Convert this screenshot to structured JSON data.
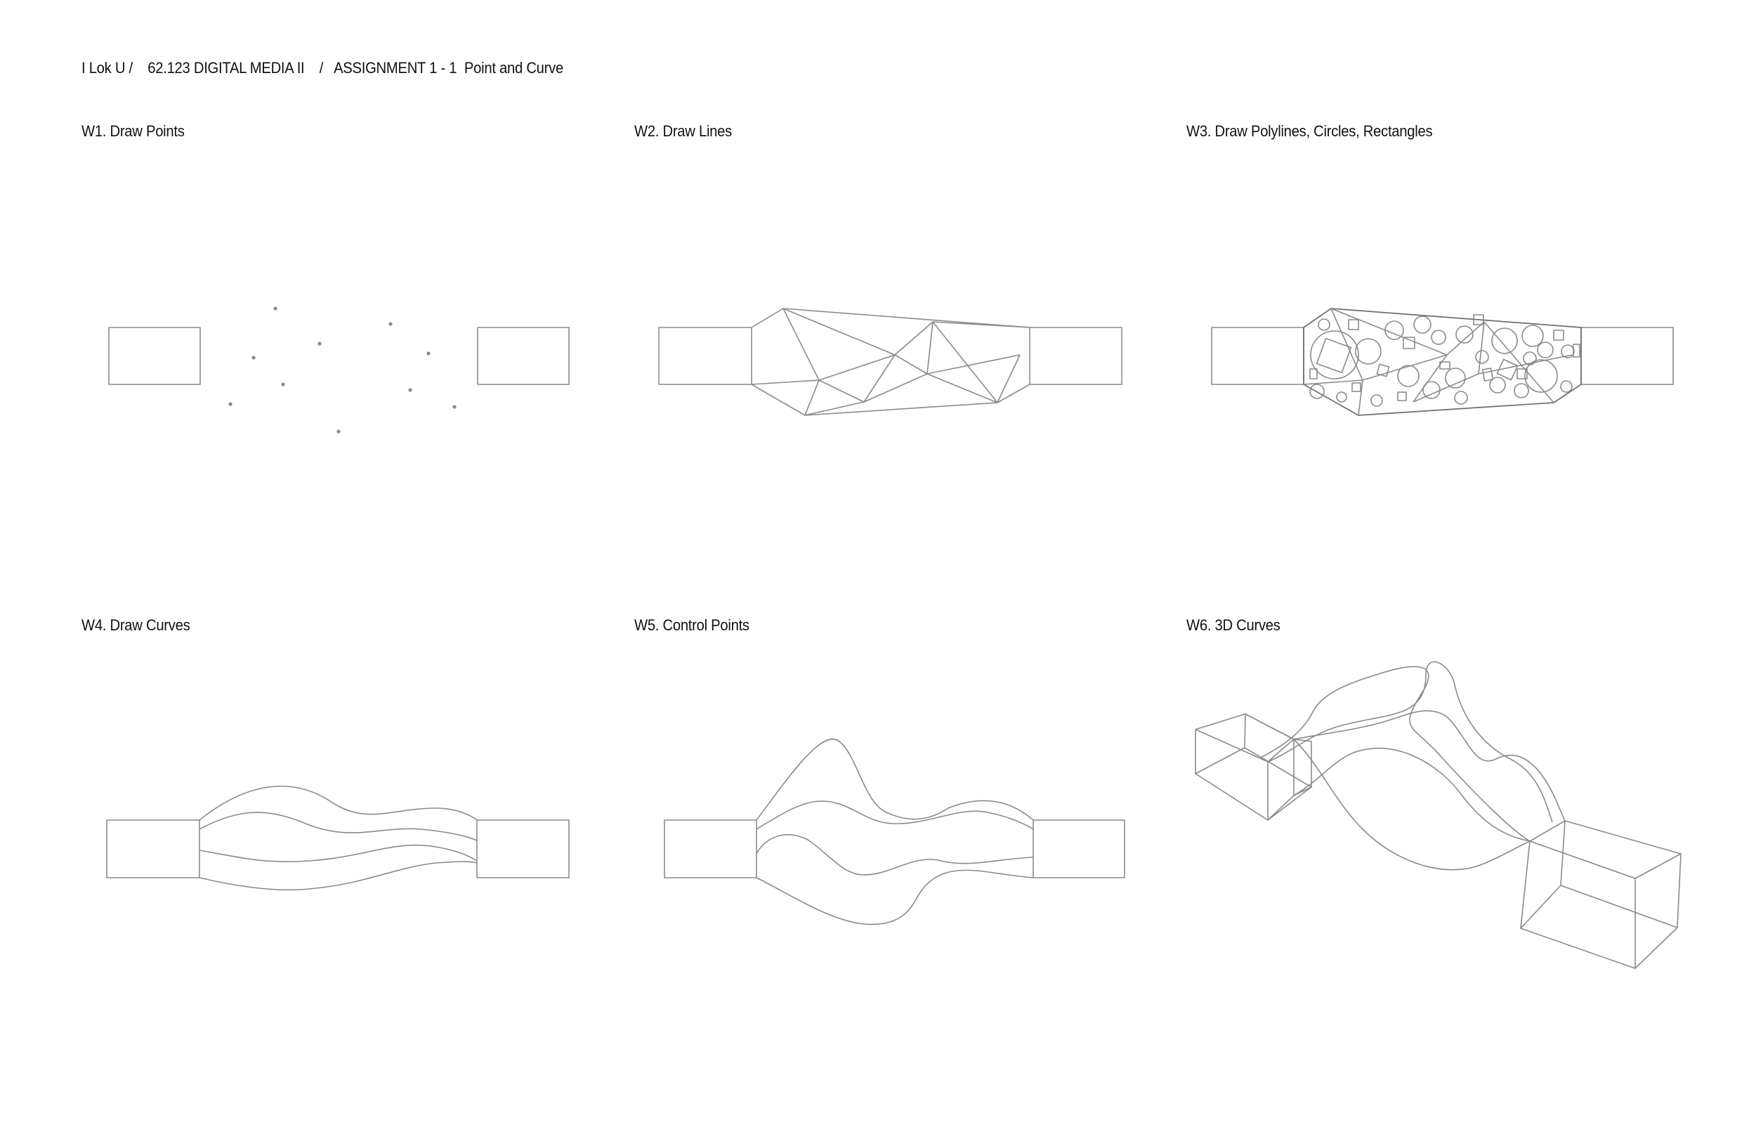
{
  "header": {
    "text": "I Lok U /    62.123 DIGITAL MEDIA II    /   ASSIGNMENT 1 - 1  Point and Curve"
  },
  "panels": [
    {
      "title": "W1. Draw Points"
    },
    {
      "title": "W2. Draw Lines"
    },
    {
      "title": "W3. Draw Polylines, Circles, Rectangles"
    },
    {
      "title": "W4. Draw Curves"
    },
    {
      "title": "W5. Control Points"
    },
    {
      "title": "W6. 3D Curves"
    }
  ],
  "colors": {
    "line": "#8a8a8a",
    "text": "#111111",
    "background": "#ffffff"
  }
}
